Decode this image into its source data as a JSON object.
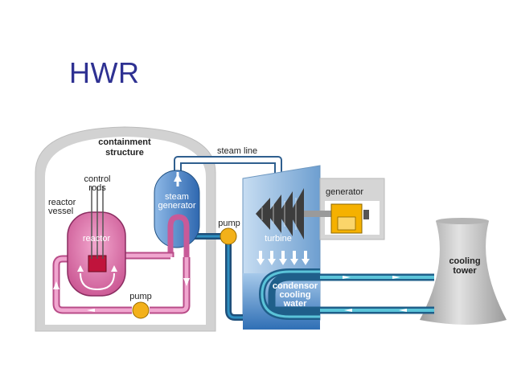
{
  "title": "HWR",
  "labels": {
    "containment_line1": "containment",
    "containment_line2": "structure",
    "control_rods_line1": "control",
    "control_rods_line2": "rods",
    "reactor_vessel_line1": "reactor",
    "reactor_vessel_line2": "vessel",
    "reactor": "reactor",
    "steam_gen_line1": "steam",
    "steam_gen_line2": "generator",
    "steam_line": "steam line",
    "pump_upper": "pump",
    "pump_lower": "pump",
    "turbine": "turbine",
    "generator": "generator",
    "condensor_line1": "condensor",
    "condensor_line2": "cooling",
    "condensor_line3": "water",
    "cooling_tower_line1": "cooling",
    "cooling_tower_line2": "tower"
  },
  "colors": {
    "title": "#2e3192",
    "primary_loop": "#d87aa8",
    "secondary_loop": "#1f5f8a",
    "pump": "#f3b11a",
    "containment": "#cfcfcf",
    "steam_generator": "#3f7fc8",
    "turbine": "#9fc4e6",
    "generator": "#f5b100",
    "cooling_tower": "#c8c8c8"
  }
}
